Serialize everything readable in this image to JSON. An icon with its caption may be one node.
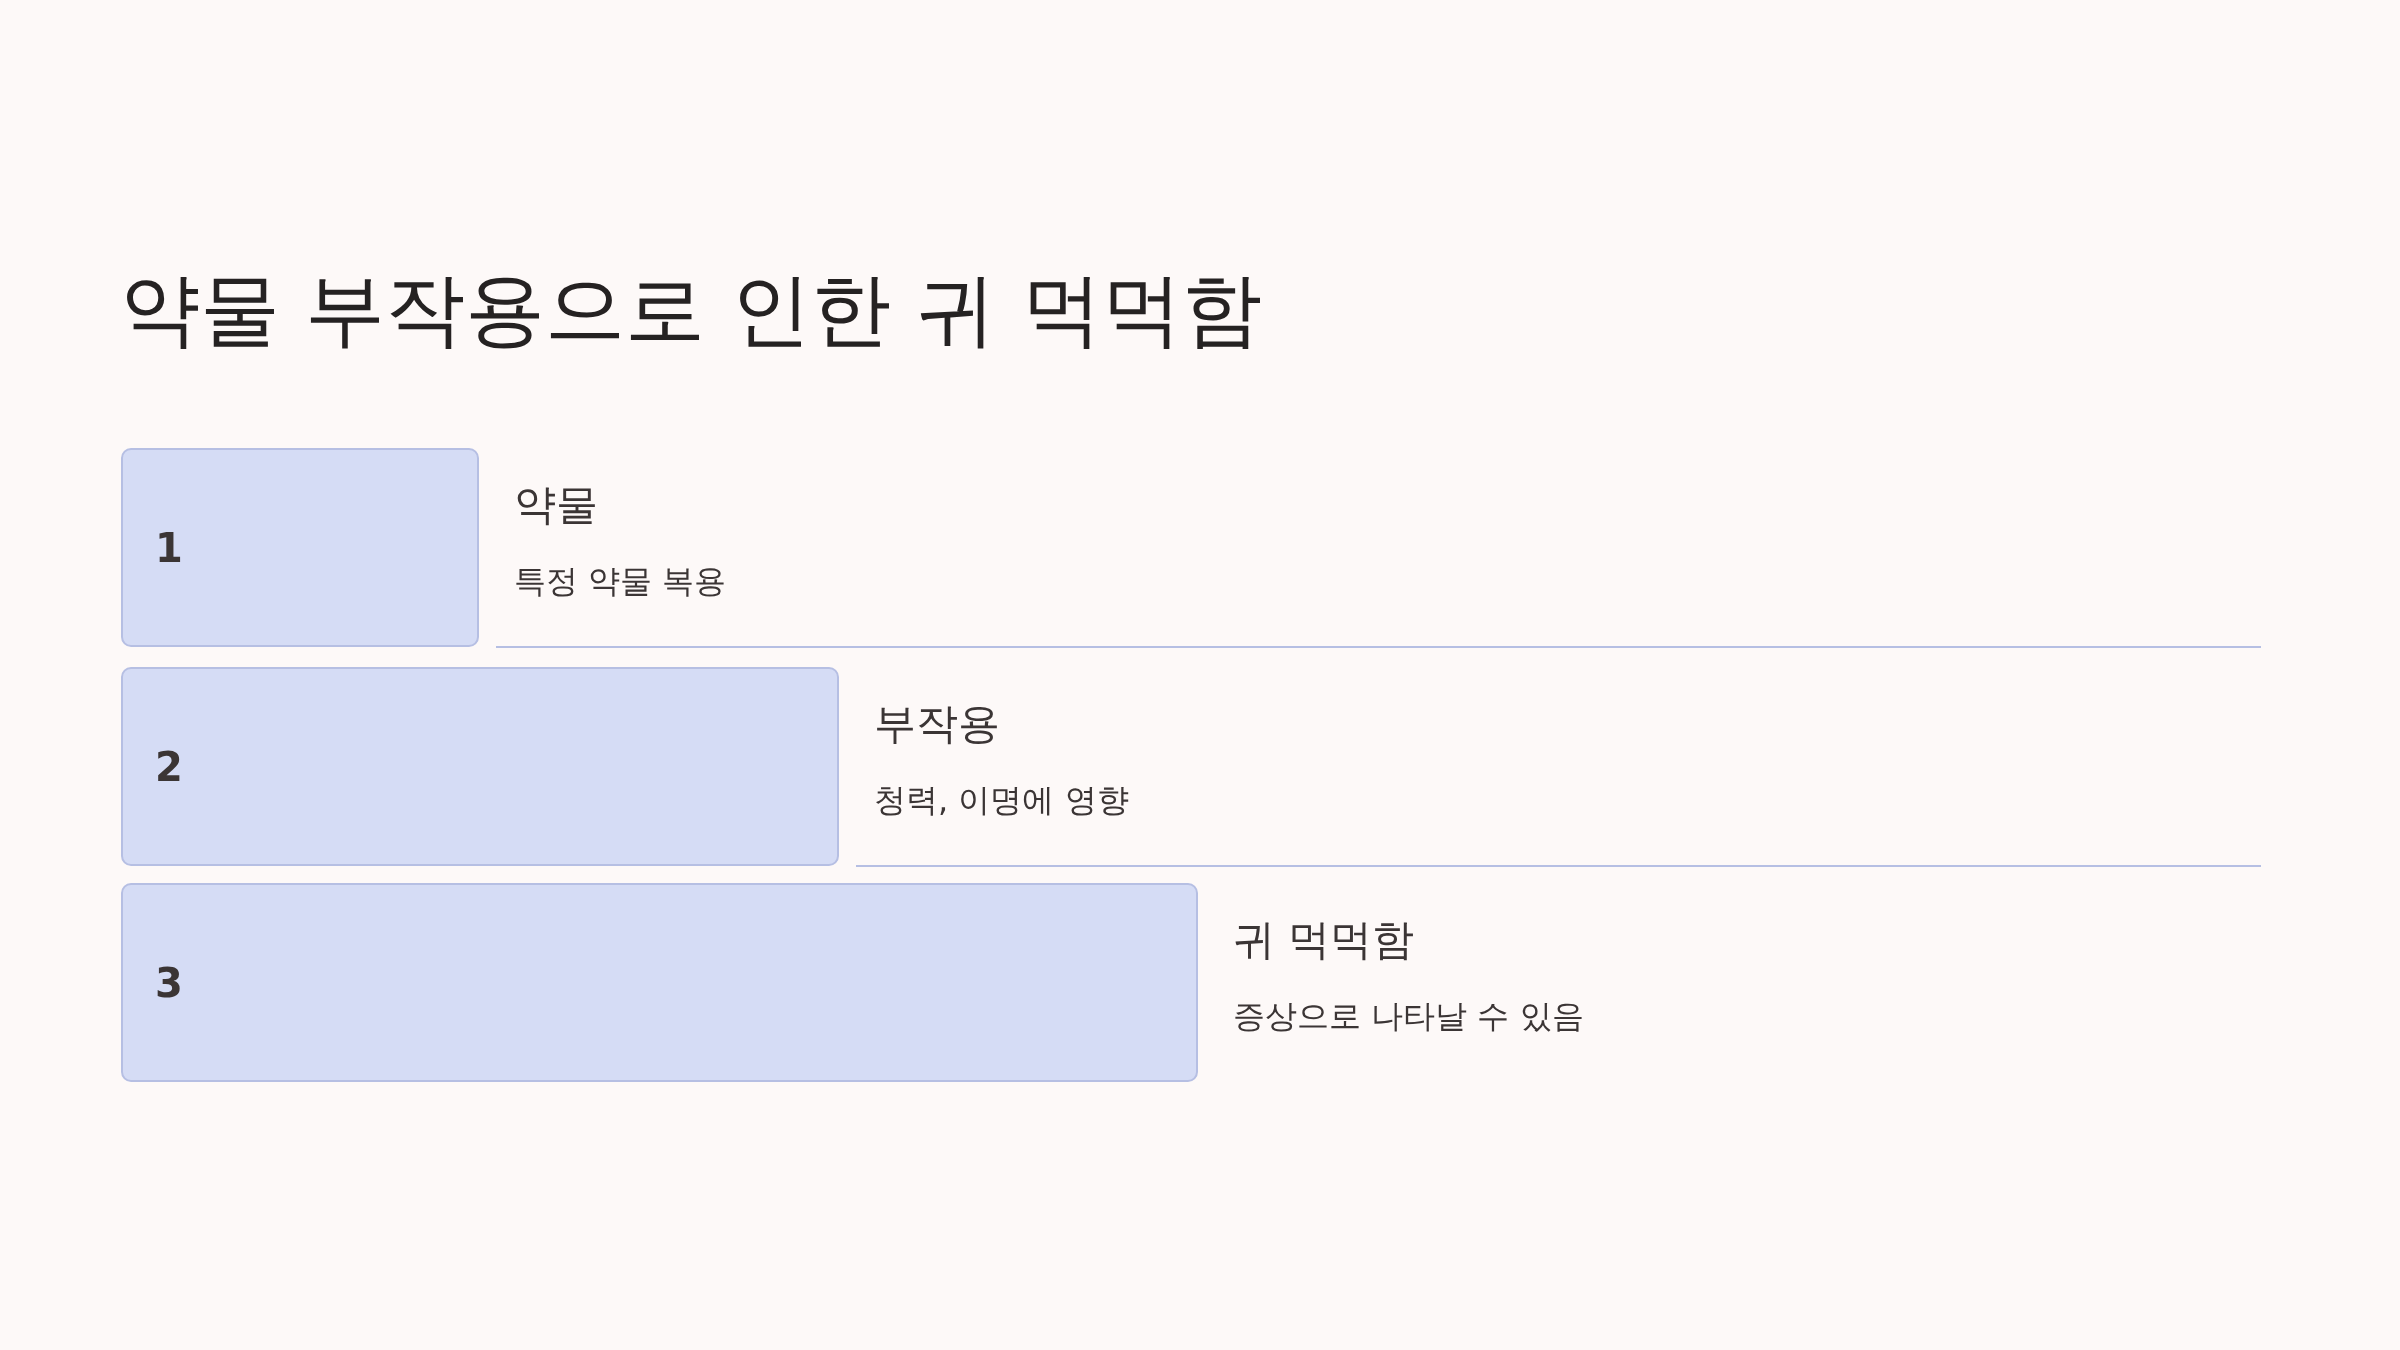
{
  "diagram": {
    "title": "약물 부작용으로 인한 귀 먹먹함",
    "nodes": [
      {
        "text": [
          "1"
        ],
        "beside": [
          "약물",
          "특정 약물 복용"
        ]
      },
      {
        "text": [
          "2"
        ],
        "beside": [
          "부작용",
          "청력, 이명에 영향"
        ]
      },
      {
        "text": [
          "3"
        ],
        "beside": [
          "귀 먹먹함",
          "증상으로 나타날 수 있음"
        ]
      }
    ],
    "edges": []
  }
}
